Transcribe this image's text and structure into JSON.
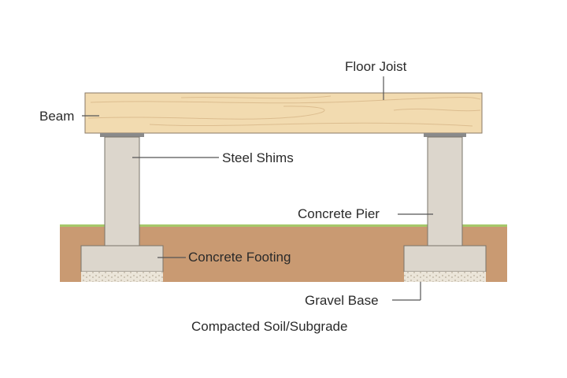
{
  "title": "Pier and beam foundation diagram",
  "labels": {
    "floor_joist": "Floor Joist",
    "beam": "Beam",
    "steel_shims": "Steel Shims",
    "concrete_pier": "Concrete Pier",
    "concrete_footing": "Concrete Footing",
    "gravel_base": "Gravel Base",
    "subgrade": "Compacted Soil/Subgrade"
  },
  "colors": {
    "wood": "#f2dbb0",
    "wood_grain": "#d9b98a",
    "concrete": "#dcd6cc",
    "soil": "#c99a72",
    "grass": "#a6c86a",
    "shim": "#8a8a8a",
    "gravel": "#e8e2d6"
  }
}
